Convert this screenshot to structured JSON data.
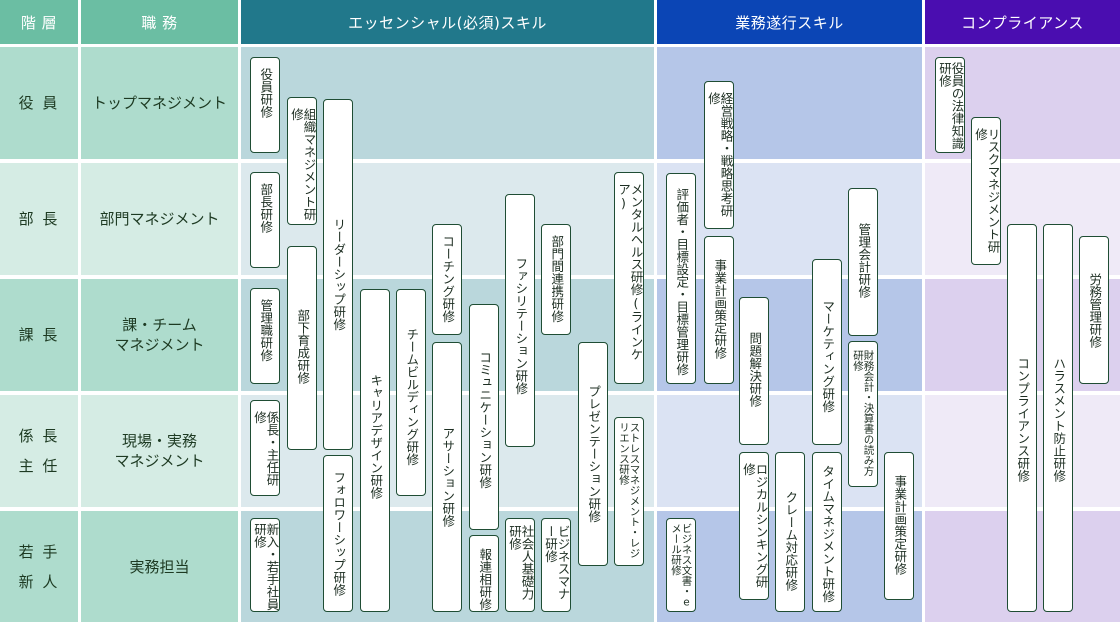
{
  "header": {
    "level_label": "階 層",
    "role_label": "職 務",
    "categories": [
      {
        "name": "エッセンシャル(必須)スキル",
        "color": "#21788b"
      },
      {
        "name": "業務遂行スキル",
        "color": "#0b45b5"
      },
      {
        "name": "コンプライアンス",
        "color": "#4a0db0"
      }
    ]
  },
  "rows": [
    {
      "level": "役 員",
      "role": "トップマネジメント"
    },
    {
      "level": "部 長",
      "role": "部門マネジメント"
    },
    {
      "level": "課 長",
      "role": "課・チーム\nマネジメント"
    },
    {
      "level": "係 長\n主 任",
      "role": "現場・実務\nマネジメント"
    },
    {
      "level": "若 手\n新 人",
      "role": "実務担当"
    }
  ],
  "colors": {
    "header_green": "#6bbea3",
    "row_green_dark": "#aedccd",
    "row_green_light": "#d5ece4",
    "essential_dark": "#bad7dc",
    "essential_light": "#dce9ed",
    "business_dark": "#b5c6e8",
    "business_light": "#dbe3f3",
    "compliance_dark": "#dcd0ee",
    "compliance_light": "#efeaf7",
    "box_border": "#1f4d34"
  },
  "trainings": {
    "essential": [
      "役員研修",
      "組織マネジメント研修",
      "リーダーシップ研修",
      "部長研修",
      "部下育成研修",
      "管理職研修",
      "係長・主任研修",
      "新入・若手社員研修",
      "フォロワーシップ研修",
      "キャリアデザイン研修",
      "チームビルディング研修",
      "コーチング研修",
      "アサーション研修",
      "コミュニケーション研修",
      "報連相研修",
      "ファシリテーション研修",
      "社会人基礎力研修",
      "部門間連携研修",
      "ビジネスマナー研修",
      "プレゼンテーション研修",
      "メンタルヘルス研修(ラインケア)",
      "ストレスマネジメント・レジリエンス研修"
    ],
    "business": [
      "経営戦略・戦略思考研修",
      "評価者・目標設定・目標管理研修",
      "事業計画策定研修",
      "ビジネス文書・eメール研修",
      "問題解決研修",
      "ロジカルシンキング研修",
      "クレーム対応研修",
      "マーケティング研修",
      "タイムマネジメント研修",
      "管理会計研修",
      "財務会計・決算書の読み方研修",
      "事業計画策定研修"
    ],
    "compliance": [
      "役員の法律知識研修",
      "リスクマネジメント研修",
      "コンプライアンス研修",
      "ハラスメント防止研修",
      "労務管理研修"
    ]
  }
}
